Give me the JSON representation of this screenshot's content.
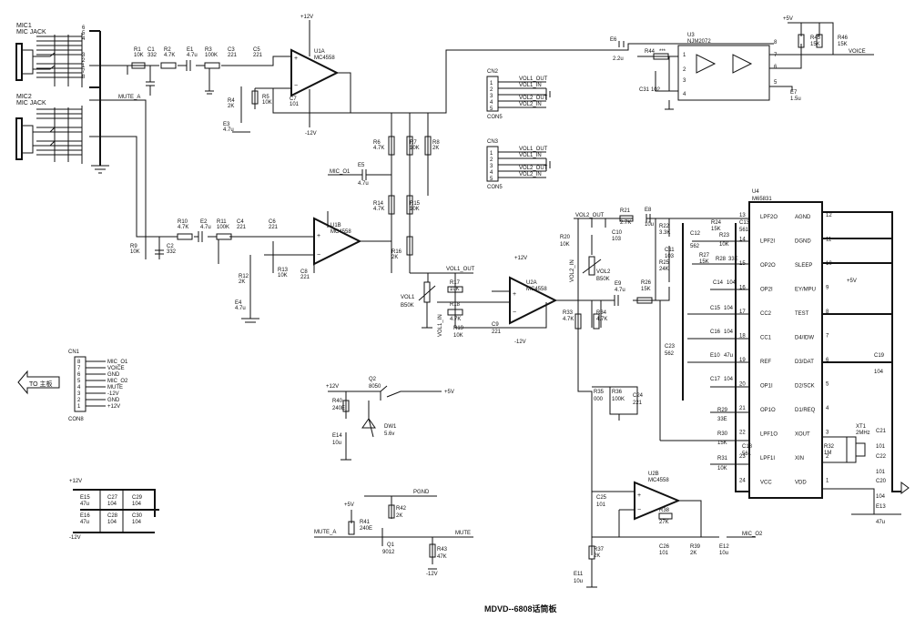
{
  "title": "MDVD--6808话筒板",
  "mic1": {
    "name": "MIC1",
    "sub": "MIC JACK",
    "pins": [
      "6",
      "5",
      "4",
      "3",
      "2",
      "1",
      "7",
      "8",
      "9",
      "10",
      "11",
      "12"
    ]
  },
  "mic2": {
    "name": "MIC2",
    "sub": "MIC JACK",
    "pins": [
      "6",
      "5",
      "4",
      "3",
      "2",
      "1",
      "7",
      "8",
      "9",
      "10",
      "11",
      "12"
    ]
  },
  "nets": {
    "vcc12": "+12V",
    "vee12": "-12V",
    "v5": "+5V",
    "mute_a": "MUTE_A",
    "mic_o1": "MIC_O1",
    "vol1_out": "VOL1_OUT",
    "vol2_out": "VOL2_OUT",
    "voice": "VOICE",
    "mic_o2": "MIC_O2",
    "pgnd": "PGND",
    "mute": "MUTE",
    "vol1_in": "VOL1_IN",
    "vol2_in": "VOL2_IN"
  },
  "u1a": {
    "ref": "U1A",
    "part": "MC4558"
  },
  "u1b": {
    "ref": "U1B",
    "part": "MC4558"
  },
  "u2a": {
    "ref": "U2A",
    "part": "MC4558"
  },
  "u2b": {
    "ref": "U2B",
    "part": "MC4558"
  },
  "u3": {
    "ref": "U3",
    "part": "NJM2072"
  },
  "u4": {
    "ref": "U4",
    "part": "M65831",
    "left_pins": [
      {
        "n": "13",
        "name": "LPF2O"
      },
      {
        "n": "14",
        "name": "LPF2I"
      },
      {
        "n": "15",
        "name": "OP2O"
      },
      {
        "n": "16",
        "name": "OP2I"
      },
      {
        "n": "17",
        "name": "CC2"
      },
      {
        "n": "18",
        "name": "CC1"
      },
      {
        "n": "19",
        "name": "REF"
      },
      {
        "n": "20",
        "name": "OP1I"
      },
      {
        "n": "21",
        "name": "OP1O"
      },
      {
        "n": "22",
        "name": "LPF1O"
      },
      {
        "n": "23",
        "name": "LPF1I"
      },
      {
        "n": "24",
        "name": "VCC"
      }
    ],
    "right_pins": [
      {
        "n": "12",
        "name": "AGND"
      },
      {
        "n": "11",
        "name": "DGND"
      },
      {
        "n": "10",
        "name": "SLEEP"
      },
      {
        "n": "9",
        "name": "EY/MPU"
      },
      {
        "n": "8",
        "name": "TEST"
      },
      {
        "n": "7",
        "name": "D4/IDW"
      },
      {
        "n": "6",
        "name": "D3/DAT"
      },
      {
        "n": "5",
        "name": "D2/SCK"
      },
      {
        "n": "4",
        "name": "D1/REQ"
      },
      {
        "n": "3",
        "name": "XOUT"
      },
      {
        "n": "2",
        "name": "XIN"
      },
      {
        "n": "1",
        "name": "VDD"
      }
    ]
  },
  "cn1": {
    "ref": "CN1",
    "type": "CON8",
    "arrow_label": "TO 主板",
    "pins": [
      {
        "n": "8",
        "sig": "MIC_O1"
      },
      {
        "n": "7",
        "sig": "VOICE"
      },
      {
        "n": "6",
        "sig": "GND"
      },
      {
        "n": "5",
        "sig": "MIC_O2"
      },
      {
        "n": "4",
        "sig": "MUTE"
      },
      {
        "n": "3",
        "sig": "-12V"
      },
      {
        "n": "2",
        "sig": "GND"
      },
      {
        "n": "1",
        "sig": "+12V"
      }
    ]
  },
  "cn2": {
    "ref": "CN2",
    "type": "CON5",
    "pins": [
      "1",
      "2",
      "3",
      "4",
      "5"
    ],
    "sigs": [
      "VOL1_OUT",
      "VOL1_IN",
      "",
      "VOL2_OUT",
      "VOL2_IN"
    ]
  },
  "cn3": {
    "ref": "CN3",
    "type": "CON5",
    "pins": [
      "1",
      "2",
      "3",
      "4",
      "5"
    ],
    "sigs": [
      "VOL1_OUT",
      "VOL1_IN",
      "",
      "VOL2_OUT",
      "VOL2_IN"
    ]
  },
  "parts": {
    "r1": "R1",
    "r1v": "10K",
    "c1": "C1",
    "c1v": "332",
    "r2": "R2",
    "r2v": "4.7K",
    "e1": "E1",
    "e1v": "4.7u",
    "r3": "R3",
    "r3v": "100K",
    "c3": "C3",
    "c3v": "221",
    "c5": "C5",
    "c5v": "221",
    "r4": "R4",
    "r4v": "2K",
    "r5": "R5",
    "r5v": "10K",
    "c7": "C7",
    "c7v": "101",
    "e3": "E3",
    "e3v": "4.7u",
    "r6": "R6",
    "r6v": "4.7K",
    "r7": "R7",
    "r7v": "10K",
    "r8": "R8",
    "r8v": "2K",
    "e5": "E5",
    "e5v": "4.7u",
    "r14": "R14",
    "r14v": "4.7K",
    "r15": "R15",
    "r15v": "10K",
    "r16": "R16",
    "r16v": "2K",
    "r10": "R10",
    "r10v": "4.7K",
    "e2": "E2",
    "e2v": "4.7u",
    "r11": "R11",
    "r11v": "100K",
    "c4": "C4",
    "c4v": "221",
    "c6": "C6",
    "c6v": "221",
    "r9": "R9",
    "r9v": "10K",
    "c2": "C2",
    "c2v": "332",
    "r12": "R12",
    "r12v": "2K",
    "r13": "R13",
    "r13v": "10K",
    "c8": "C8",
    "c8v": "221",
    "e4": "E4",
    "e4v": "4.7u",
    "vol1": "VOL1",
    "vol1v": "B50K",
    "r17": "R17",
    "r17v": "10K",
    "r18": "R18",
    "r18v": "4.7K",
    "r19": "R19",
    "r19v": "10K",
    "c9": "C9",
    "c9v": "221",
    "r20": "R20",
    "r20v": "10K",
    "r21": "R21",
    "r21v": "2.7K",
    "c10": "C10",
    "c10v": "103",
    "vol2": "VOL2",
    "vol2v": "B50K",
    "e9": "E9",
    "e9v": "4.7u",
    "r26": "R26",
    "r26v": "15K",
    "r33": "R33",
    "r33v": "4.7K",
    "r34": "R34",
    "r34v": "4.7K",
    "r35": "R35",
    "r35v": "000",
    "r36": "R36",
    "r36v": "100K",
    "c24": "C24",
    "c24v": "221",
    "c25": "C25",
    "c25v": "101",
    "r38": "R38",
    "r38v": "27K",
    "c26": "C26",
    "c26v": "101",
    "r39": "R39",
    "r39v": "2K",
    "e12": "E12",
    "e12v": "10u",
    "r37": "R37",
    "r37v": "2K",
    "e11": "E11",
    "e11v": "10u",
    "e6": "E6",
    "e6v": "2.2u",
    "r44": "R44",
    "r44v": "***",
    "c31": "C31",
    "c31v": "102",
    "r45": "R45",
    "r45v": "15K",
    "r46": "R46",
    "r46v": "15K",
    "e7": "E7",
    "e7v": "1.5u",
    "e8": "E8",
    "e8v": "10u",
    "r22": "R22",
    "r22v": "3.3K",
    "r24": "R24",
    "r24v": "15K",
    "c13": "C13",
    "c13v": "561",
    "c12": "C12",
    "c12v": "562",
    "r23": "R23",
    "r23v": "10K",
    "c11": "C11",
    "c11v": "103",
    "r25": "R25",
    "r25v": "24K",
    "r27": "R27",
    "r27v": "15K",
    "r28": "R28",
    "r28v": "33E",
    "c14": "C14",
    "c14v": "104",
    "c15": "C15",
    "c15v": "104",
    "c16": "C16",
    "c16v": "104",
    "c23": "C23",
    "c23v": "562",
    "e10": "E10",
    "e10v": "47u",
    "c17": "C17",
    "c17v": "104",
    "r29": "R29",
    "r29v": "33E",
    "r30": "R30",
    "r30v": "15K",
    "c18": "C18",
    "c18v": "561",
    "r31": "R31",
    "r31v": "10K",
    "c19": "C19",
    "c19v": "104",
    "xt1": "XT1",
    "xt1v": "2MHz",
    "r32": "R32",
    "r32v": "1M",
    "c21": "C21",
    "c21v": "101",
    "c22": "C22",
    "c22v": "101",
    "c20": "C20",
    "c20v": "104",
    "e13": "E13",
    "e13v": "47u",
    "q2": "Q2",
    "q2v": "8050",
    "r40": "R40",
    "r40v": "240E",
    "e14": "E14",
    "e14v": "10u",
    "dw1": "DW1",
    "dw1v": "5.6v",
    "q1": "Q1",
    "q1v": "9012",
    "r41": "R41",
    "r41v": "240E",
    "r42": "R42",
    "r42v": "2K",
    "r43": "R43",
    "r43v": "47K",
    "e15": "E15",
    "e15v": "47u",
    "e16": "E16",
    "e16v": "47u",
    "c27": "C27",
    "c27v": "104",
    "c28": "C28",
    "c28v": "104",
    "c29": "C29",
    "c29v": "104",
    "c30": "C30",
    "c30v": "104"
  }
}
